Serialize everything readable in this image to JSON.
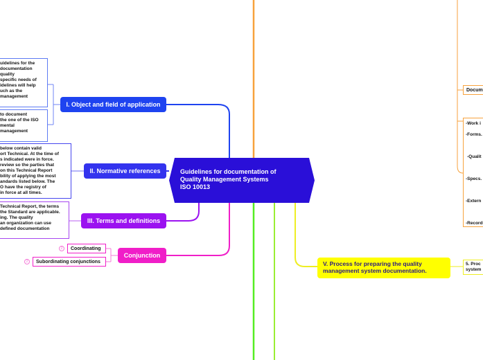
{
  "central": {
    "title_lines": [
      "Guidelines for documentation of",
      "Quality Management Systems",
      "ISO 10013"
    ]
  },
  "branches": {
    "object": {
      "label": "I. Object and field of application",
      "color": "#1e43f0"
    },
    "normative": {
      "label": "II. Normative references",
      "color": "#3333ee"
    },
    "terms": {
      "label": "III. Terms and definitions",
      "color": "#9b12f0"
    },
    "conjunction": {
      "label": "Conjunction",
      "color": "#f01ec8"
    },
    "process": {
      "label_lines": [
        "V. Process for preparing the quality",
        "management system documentation."
      ],
      "color": "#ffff00"
    }
  },
  "notes": {
    "object_1": [
      "uidelines for the",
      " documentation",
      "quality",
      "specific needs of",
      "idelines will help",
      "uch as the",
      " management"
    ],
    "object_2": [
      " to document",
      "the one of the ISO",
      "mental",
      "management"
    ],
    "normative_1": [
      "below contain valid",
      "ort Technical. At the time of",
      "s indicated were in force.",
      " review so the parties that",
      "on this Technical Report",
      "bility of applying the most",
      "andards listed below. The",
      "O have the registry of",
      " in force at all times."
    ],
    "terms_1": [
      "Technical Report, the terms",
      "the Standard are applicable.",
      "ing. The quality",
      "an organization can use",
      " defined documentation"
    ]
  },
  "conjunction_children": [
    {
      "label": "Coordinating",
      "badge": "2"
    },
    {
      "label": "Subordinating conjunctions",
      "badge": "2"
    }
  ],
  "right_items": {
    "documents": "Docum",
    "list": [
      "-Work i",
      "-Forms.",
      "-Qualit",
      "-Specs.",
      "-Extern",
      "-Record"
    ],
    "process_child": [
      "5. Proc",
      "system"
    ]
  },
  "colors": {
    "orange": "#f7a23c",
    "green": "#55ee22",
    "lime": "#99ee33",
    "yellow": "#eeee22",
    "central": "#2a0fd8"
  }
}
